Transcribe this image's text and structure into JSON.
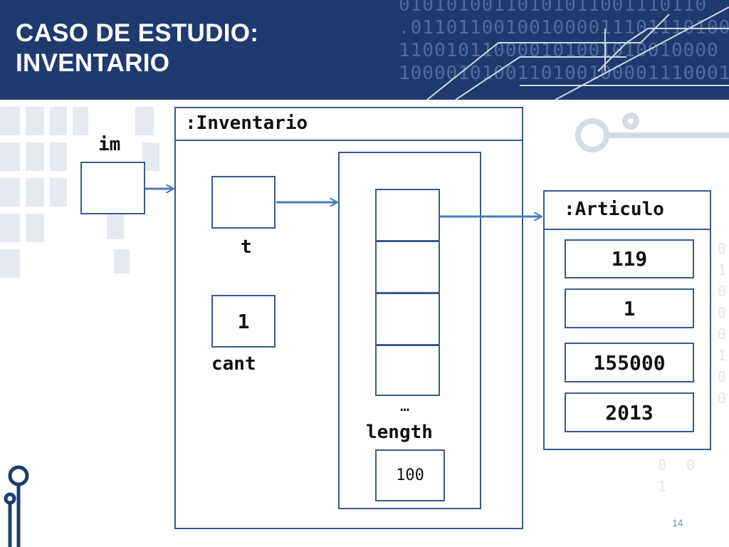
{
  "slide": {
    "title_line1": "CASO DE ESTUDIO:",
    "title_line2": "INVENTARIO",
    "page_number": "14"
  },
  "diagram": {
    "var_im_label": "im",
    "inventario_label": ":Inventario",
    "t_label": "t",
    "cant_value": "1",
    "cant_label": "cant",
    "ellipsis": "…",
    "length_label": "length",
    "length_value": "100",
    "articulo_label": ":Articulo",
    "articulo_fields": [
      "119",
      "1",
      "155000",
      "2013"
    ]
  },
  "colors": {
    "header_bg": "#1f3a6e",
    "box_border": "#3b5a8c",
    "arrow": "#4a7ab8"
  }
}
